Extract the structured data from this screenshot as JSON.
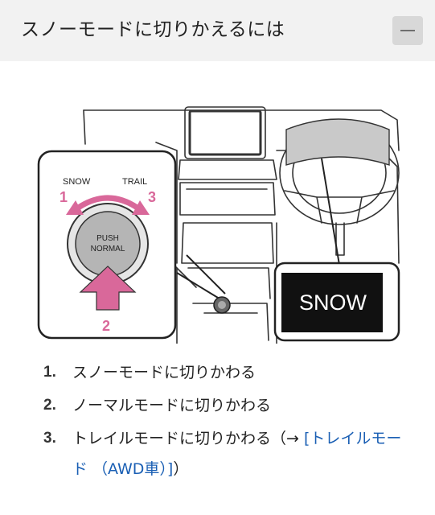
{
  "header": {
    "title": "スノーモードに切りかえるには",
    "collapse_icon": "minus-icon"
  },
  "illustration": {
    "dial_left_label": "SNOW",
    "dial_right_label": "TRAIL",
    "dial_center_line1": "PUSH",
    "dial_center_line2": "NORMAL",
    "marker_1": "1",
    "marker_2": "2",
    "marker_3": "3",
    "display_text": "SNOW"
  },
  "steps": [
    {
      "num": "1.",
      "text": "スノーモードに切りかわる"
    },
    {
      "num": "2.",
      "text": "ノーマルモードに切りかわる"
    },
    {
      "num": "3.",
      "text": "トレイルモードに切りかわる（→ ",
      "link": "[トレイルモード （AWD車）]",
      "after": "）"
    }
  ],
  "colors": {
    "header_bg": "#f2f2f2",
    "accent_pink": "#d9689a",
    "link": "#1a5fb4",
    "display_bg": "#111111"
  }
}
